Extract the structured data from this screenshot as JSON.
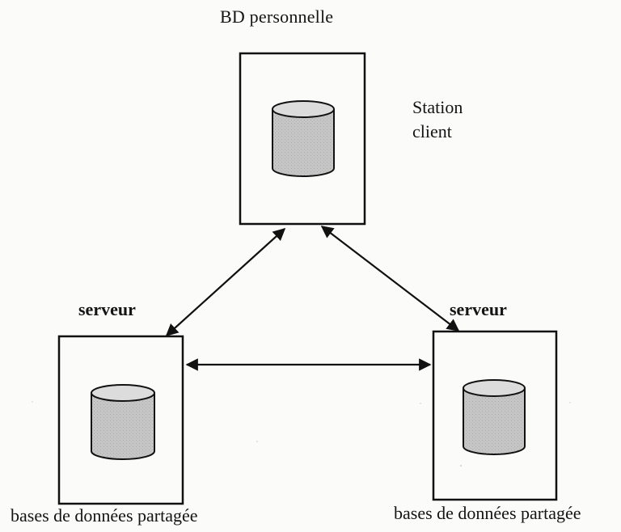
{
  "diagram": {
    "top_label": "BD personnelle",
    "client_label_line1": "Station",
    "client_label_line2": "client",
    "server_left_label": "serveur",
    "server_right_label": "serveur",
    "db_left_label": "bases de données partagée",
    "db_right_label": "bases de données partagée"
  },
  "colors": {
    "stroke": "#111111",
    "cylinder_fill": "#c9c9c9",
    "background": "#fbfbfa"
  }
}
